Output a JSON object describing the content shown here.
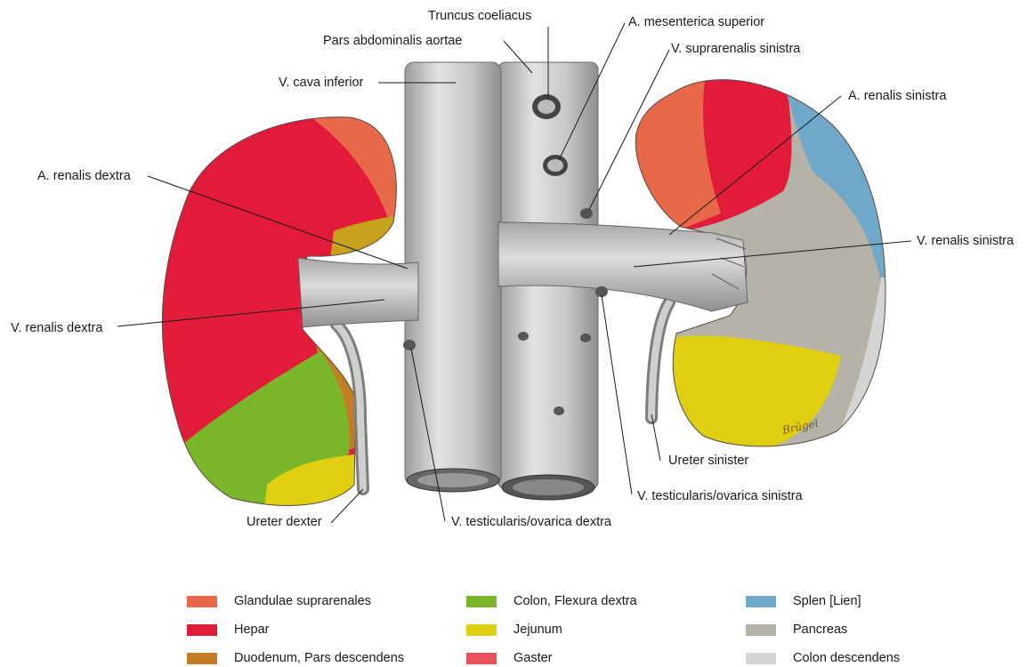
{
  "labels": {
    "truncus_coeliacus": "Truncus coeliacus",
    "a_mesenterica_superior": "A. mesenterica superior",
    "pars_abdominalis_aortae": "Pars abdominalis aortae",
    "v_suprarenalis_sinistra": "V. suprarenalis sinistra",
    "v_cava_inferior": "V. cava inferior",
    "a_renalis_sinistra": "A. renalis sinistra",
    "a_renalis_dextra": "A. renalis dextra",
    "v_renalis_sinistra": "V. renalis sinistra",
    "v_renalis_dextra": "V. renalis dextra",
    "ureter_sinister": "Ureter sinister",
    "v_testicularis_sinistra": "V. testicularis/ovarica sinistra",
    "ureter_dexter": "Ureter dexter",
    "v_testicularis_dextra": "V. testicularis/ovarica dextra"
  },
  "signature": "Brügel",
  "legend": [
    {
      "label": "Glandulae suprarenales",
      "color": "#e8684a"
    },
    {
      "label": "Colon, Flexura dextra",
      "color": "#7ab62a"
    },
    {
      "label": "Splen [Lien]",
      "color": "#6fa8c8"
    },
    {
      "label": "Hepar",
      "color": "#e31b3a"
    },
    {
      "label": "Jejunum",
      "color": "#e0cf10"
    },
    {
      "label": "Pancreas",
      "color": "#b5b2a8"
    },
    {
      "label": "Duodenum, Pars descendens",
      "color": "#c27d25"
    },
    {
      "label": "Gaster",
      "color": "#e9505c"
    },
    {
      "label": "Colon descendens",
      "color": "#d4d4d2"
    }
  ]
}
